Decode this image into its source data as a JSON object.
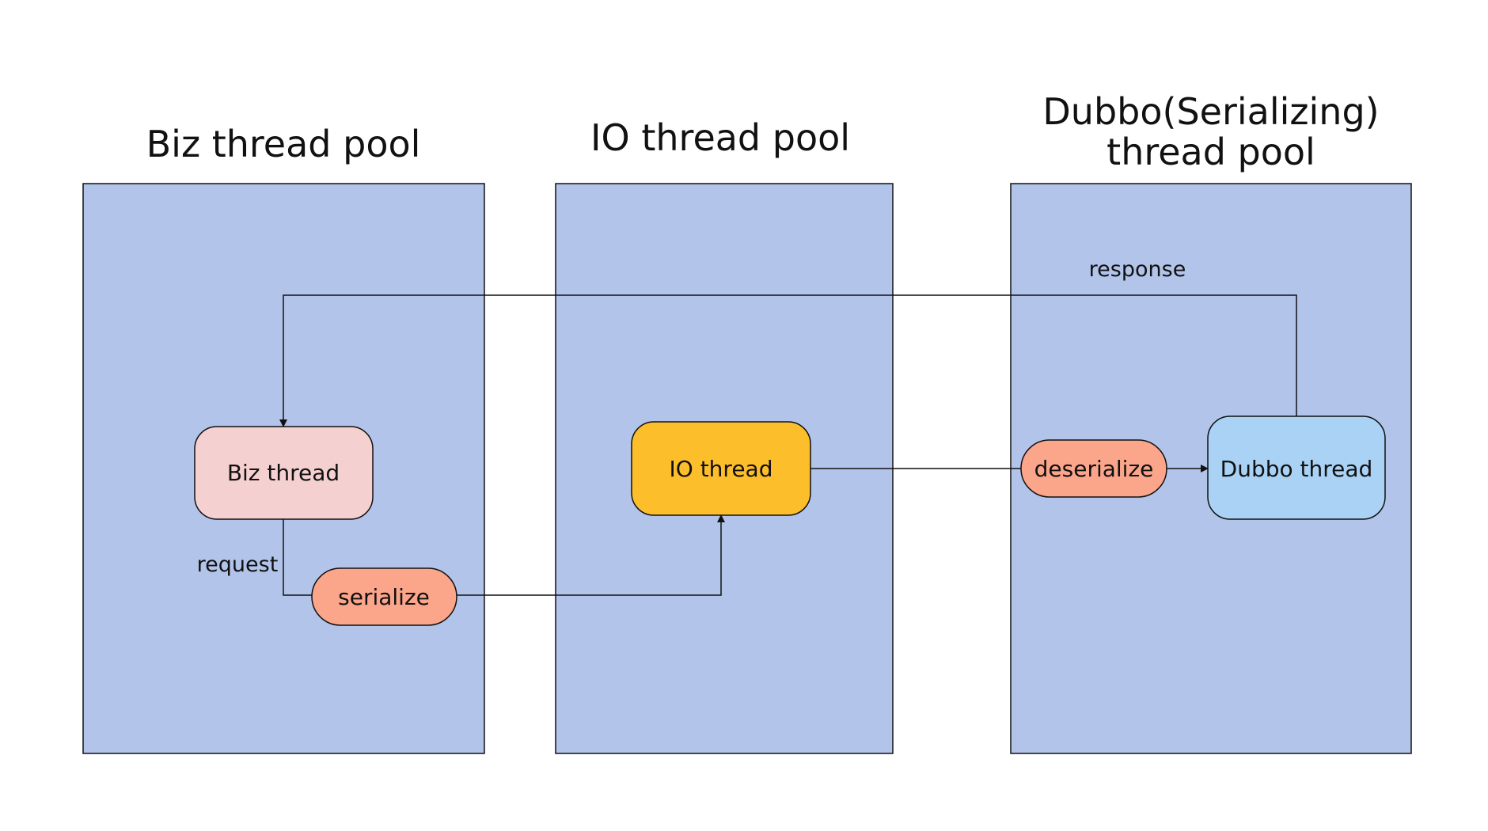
{
  "pools": [
    {
      "id": "biz",
      "title_lines": [
        "Biz thread pool"
      ]
    },
    {
      "id": "io",
      "title_lines": [
        "IO thread pool"
      ]
    },
    {
      "id": "dubbo",
      "title_lines": [
        "Dubbo(Serializing)",
        "thread pool"
      ]
    }
  ],
  "nodes": {
    "biz_thread": "Biz thread",
    "serialize": "serialize",
    "io_thread": "IO thread",
    "deserialize": "deserialize",
    "dubbo_thread": "Dubbo thread"
  },
  "edge_labels": {
    "request": "request",
    "response": "response"
  },
  "colors": {
    "pool_fill": "#b3c4ea",
    "biz_thread": "#f5d0d0",
    "serialize": "#fba58a",
    "io_thread": "#fdbe2c",
    "deserialize": "#fba58a",
    "dubbo_thread": "#a9d2f4",
    "stroke": "#111111"
  }
}
